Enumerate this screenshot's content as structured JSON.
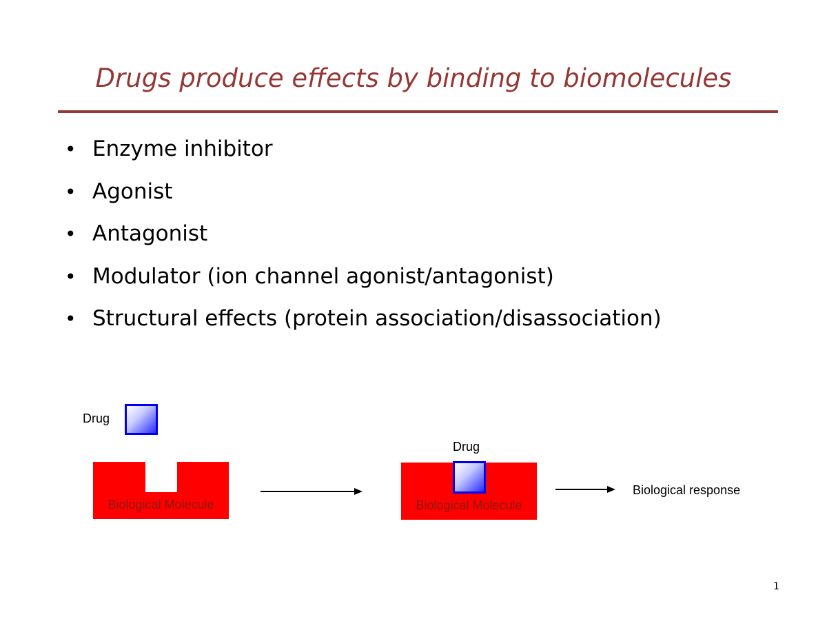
{
  "slide": {
    "title": "Drugs produce effects by binding to biomolecules",
    "bullets": [
      "Enzyme inhibitor",
      "Agonist",
      "Antagonist",
      "Modulator (ion channel agonist/antagonist)",
      "Structural effects (protein association/disassociation)"
    ],
    "bullet_symbol": "•",
    "diagram": {
      "left": {
        "drug_label": "Drug",
        "molecule_label": "Biological Molecule"
      },
      "middle": {
        "drug_label": "Drug",
        "molecule_label": "Biological Molecule"
      },
      "response_label": "Biological response"
    },
    "page_number": "1",
    "colors": {
      "title": "#953735",
      "molecule": "#ff0000",
      "drug_border": "#0000ee",
      "molecule_text": "#8b1a10"
    }
  }
}
